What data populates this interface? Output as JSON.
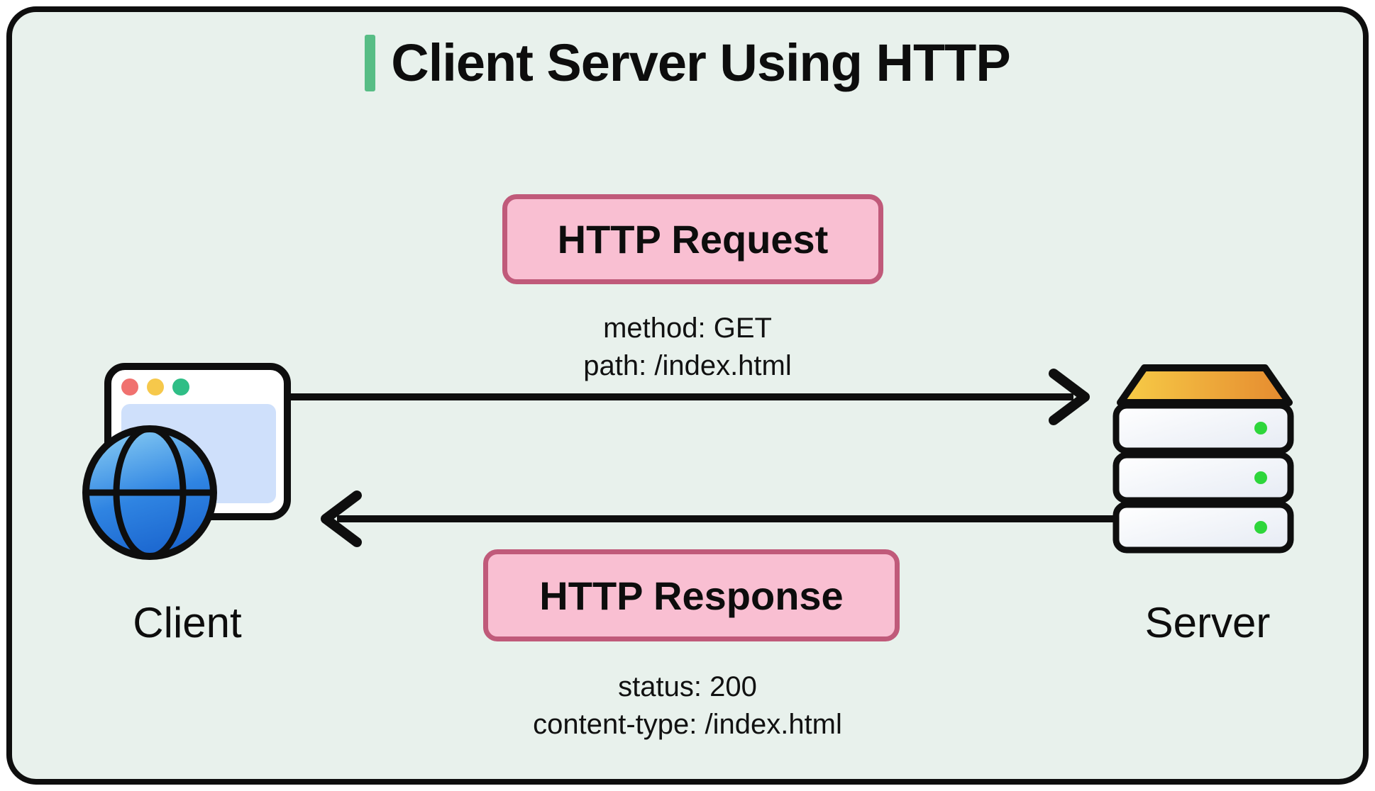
{
  "title": {
    "text": "Client Server Using HTTP"
  },
  "request": {
    "label": "HTTP Request",
    "details": [
      "method: GET",
      "path: /index.html"
    ]
  },
  "response": {
    "label": "HTTP Response",
    "details": [
      "status: 200",
      "content-type: /index.html"
    ]
  },
  "client": {
    "label": "Client"
  },
  "server": {
    "label": "Server"
  },
  "icons": {
    "client": "browser-window-with-globe-icon",
    "server": "server-stack-icon",
    "request_arrow": "arrow-right-icon",
    "response_arrow": "arrow-left-icon"
  },
  "colors": {
    "background": "#ffffff",
    "canvas": "#e8f1ec",
    "border": "#0e0e0e",
    "accent_green": "#57bd85",
    "pill_fill": "#f9bfd2",
    "pill_border": "#c05a7a",
    "text": "#0d0d0d",
    "dot_red": "#f0716f",
    "dot_yellow": "#f6c84b",
    "dot_green": "#2fbe86",
    "server_dot_green": "#2ed63b",
    "browser_content": "#cfe0fb",
    "globe_top": "#85caf3",
    "globe_bottom": "#1b66cf",
    "server_top_left": "#f7cd47",
    "server_top_right": "#e5892f"
  }
}
